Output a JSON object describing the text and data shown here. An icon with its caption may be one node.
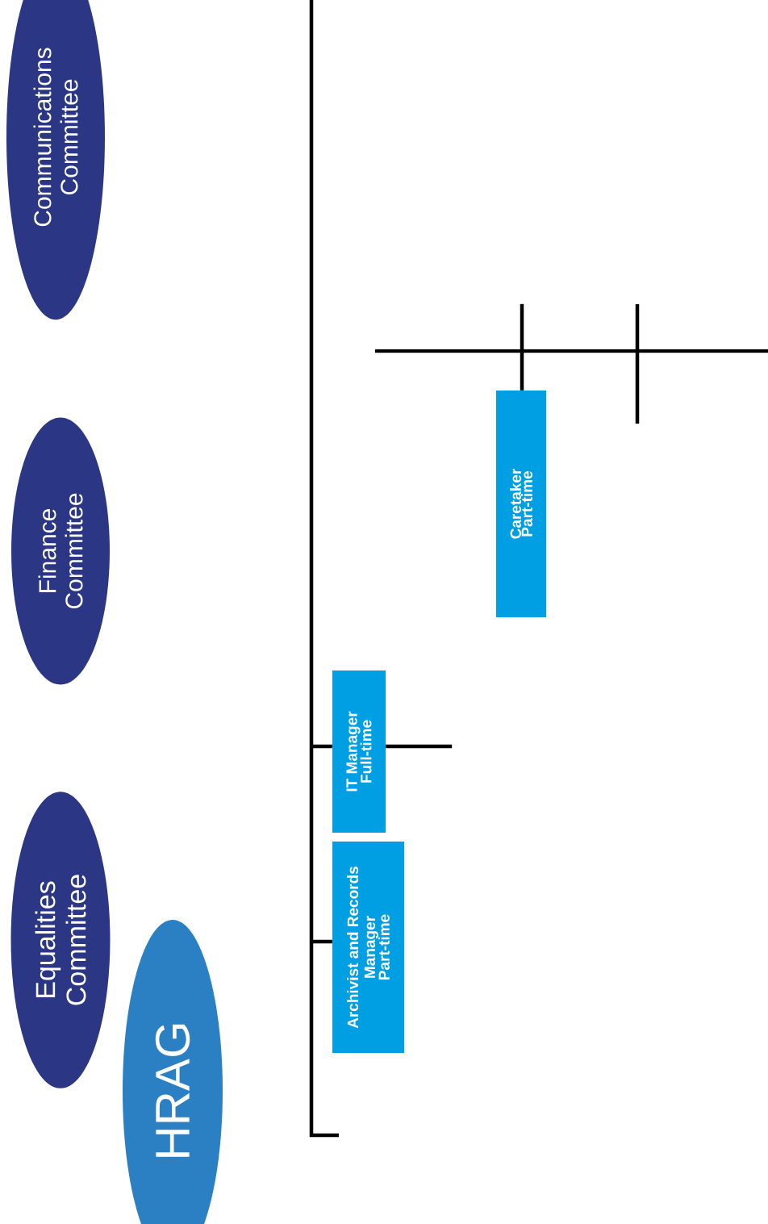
{
  "diagram": {
    "nodes": [
      {
        "text": [
          "Communications Committee"
        ]
      },
      {
        "text": [
          "Finance Committee"
        ]
      },
      {
        "text": [
          "Equalities Committee"
        ]
      },
      {
        "text": [
          "HRAG"
        ]
      },
      {
        "text": [
          "Archivist and Records Manager",
          "Part-time"
        ]
      },
      {
        "text": [
          "IT Manager",
          "Full-time"
        ]
      },
      {
        "text": [
          "Caretaker",
          "Part-time"
        ]
      }
    ],
    "edges": [
      {
        "from": null,
        "to": 4,
        "arrow": "none"
      },
      {
        "from": null,
        "to": 5,
        "arrow": "none"
      },
      {
        "from": 5,
        "to": null,
        "arrow": "none"
      },
      {
        "from": null,
        "to": 6,
        "arrow": "none"
      }
    ]
  }
}
